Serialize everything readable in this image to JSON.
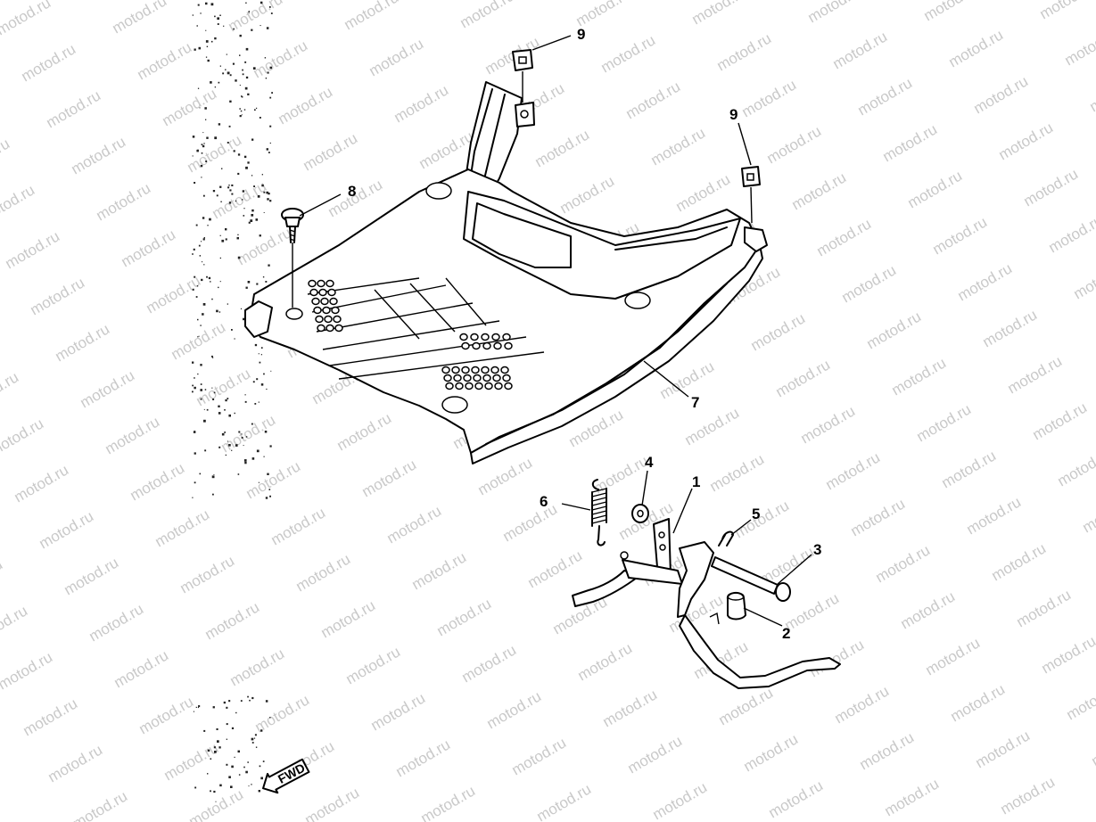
{
  "watermark": {
    "text": "motod.ru"
  },
  "orientation": {
    "label": "FWD"
  },
  "callouts": [
    {
      "id": "1",
      "text": "1"
    },
    {
      "id": "2",
      "text": "2"
    },
    {
      "id": "3",
      "text": "3"
    },
    {
      "id": "4",
      "text": "4"
    },
    {
      "id": "5",
      "text": "5"
    },
    {
      "id": "6",
      "text": "6"
    },
    {
      "id": "7",
      "text": "7"
    },
    {
      "id": "8",
      "text": "8"
    },
    {
      "id": "9a",
      "text": "9"
    },
    {
      "id": "9b",
      "text": "9"
    }
  ]
}
